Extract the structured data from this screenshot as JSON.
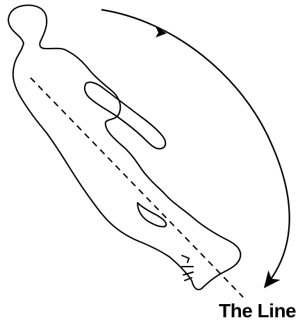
{
  "diagram": {
    "label": "The Line",
    "stroke_color": "#000000",
    "background_color": "#ffffff",
    "figure": "body-outline-silhouette",
    "rotation_arrow": "clockwise-arc-arrow",
    "line_style": "dashed"
  }
}
